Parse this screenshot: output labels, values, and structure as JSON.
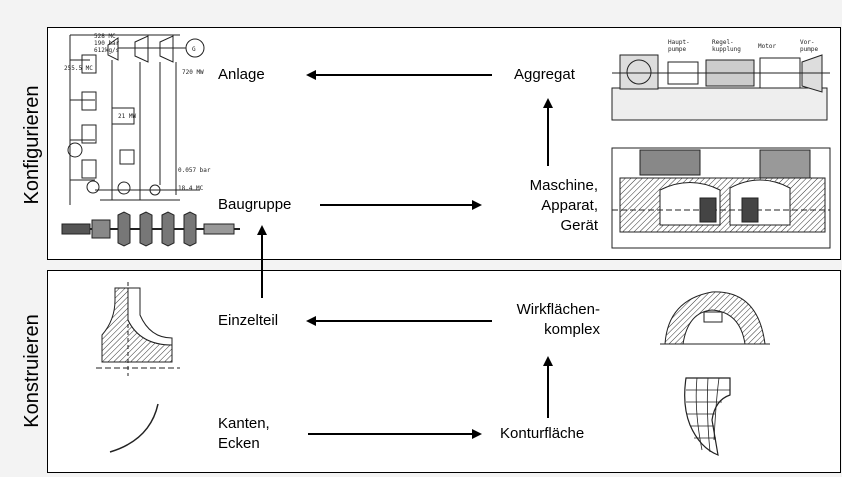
{
  "sections": {
    "top_label": "Konfigurieren",
    "bottom_label": "Konstruieren"
  },
  "nodes": {
    "anlage": "Anlage",
    "aggregat": "Aggregat",
    "baugruppe": "Baugruppe",
    "maschine_line1": "Maschine,",
    "maschine_line2": "Apparat,",
    "maschine_line3": "Gerät",
    "einzelteil": "Einzelteil",
    "wirkflaechen_line1": "Wirkflächen-",
    "wirkflaechen_line2": "komplex",
    "kanten_line1": "Kanten,",
    "kanten_line2": "Ecken",
    "konturflaeche": "Konturfläche"
  },
  "plant_schematic_text": {
    "t1": "528 MC",
    "t2": "190 bar",
    "t3": "612kg/s",
    "t4": "255.5 MC",
    "t5": "720 MW",
    "t6": "21 MW",
    "t7": "0.057 bar",
    "t8": "18.4 MC",
    "g": "G"
  },
  "aggregat_drawing_text": {
    "a1": "Haupt-",
    "a2": "pumpe",
    "a3": "Regel-",
    "a4": "kupplung",
    "a5": "Motor",
    "a6": "Vor-",
    "a7": "pumpe"
  },
  "colors": {
    "panel_border": "#000000",
    "background": "#f3f3f3",
    "drawing": "#222222"
  }
}
